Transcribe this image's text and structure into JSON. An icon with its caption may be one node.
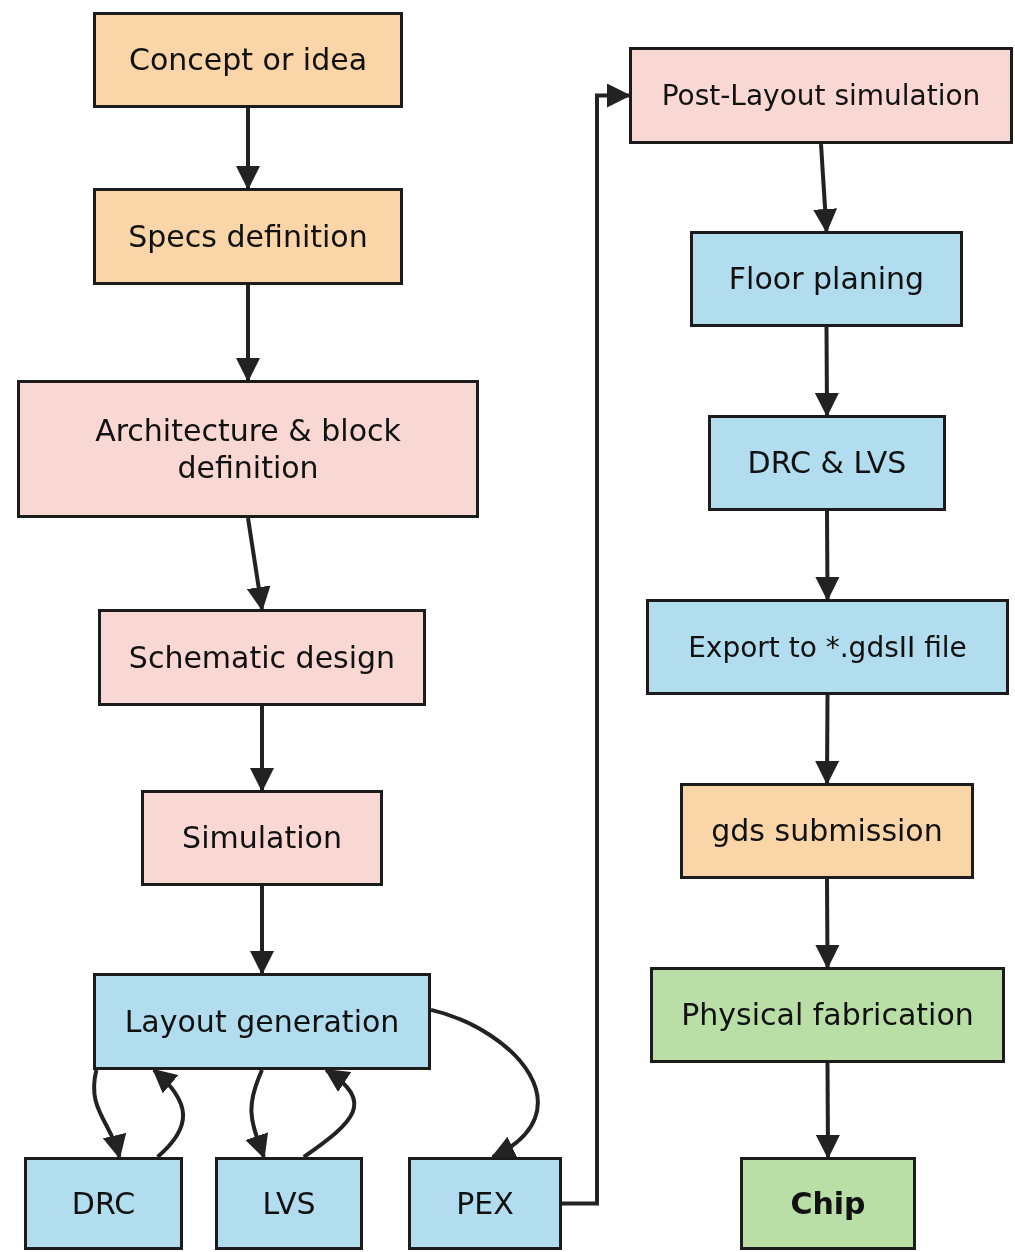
{
  "diagram": {
    "nodes": [
      {
        "text": [
          "Concept or idea"
        ]
      },
      {
        "text": [
          "Specs definition"
        ]
      },
      {
        "text": [
          "Architecture & block definition"
        ]
      },
      {
        "text": [
          "Schematic design"
        ]
      },
      {
        "text": [
          "Simulation"
        ]
      },
      {
        "text": [
          "Layout generation"
        ]
      },
      {
        "text": [
          "DRC"
        ]
      },
      {
        "text": [
          "LVS"
        ]
      },
      {
        "text": [
          "PEX"
        ]
      },
      {
        "text": [
          "Post-Layout simulation"
        ]
      },
      {
        "text": [
          "Floor planing"
        ]
      },
      {
        "text": [
          "DRC & LVS"
        ]
      },
      {
        "text": [
          "Export to *.gdsII file"
        ]
      },
      {
        "text": [
          "gds submission"
        ]
      },
      {
        "text": [
          "Physical fabrication"
        ]
      },
      {
        "text": [
          "Chip"
        ]
      }
    ],
    "edges": [
      {
        "from": 0,
        "to": 1,
        "arrow": "to"
      },
      {
        "from": 1,
        "to": 2,
        "arrow": "to"
      },
      {
        "from": 2,
        "to": 3,
        "arrow": "to"
      },
      {
        "from": 3,
        "to": 4,
        "arrow": "to"
      },
      {
        "from": 4,
        "to": 5,
        "arrow": "to"
      },
      {
        "from": 5,
        "to": 6,
        "arrow": "to"
      },
      {
        "from": 6,
        "to": 5,
        "arrow": "to"
      },
      {
        "from": 5,
        "to": 7,
        "arrow": "to"
      },
      {
        "from": 7,
        "to": 5,
        "arrow": "to"
      },
      {
        "from": 5,
        "to": 8,
        "arrow": "to"
      },
      {
        "from": 8,
        "to": 9,
        "arrow": "to"
      },
      {
        "from": 9,
        "to": 10,
        "arrow": "to"
      },
      {
        "from": 10,
        "to": 11,
        "arrow": "to"
      },
      {
        "from": 11,
        "to": 12,
        "arrow": "to"
      },
      {
        "from": 12,
        "to": 13,
        "arrow": "to"
      },
      {
        "from": 13,
        "to": 14,
        "arrow": "to"
      },
      {
        "from": 14,
        "to": 15,
        "arrow": "to"
      }
    ]
  }
}
